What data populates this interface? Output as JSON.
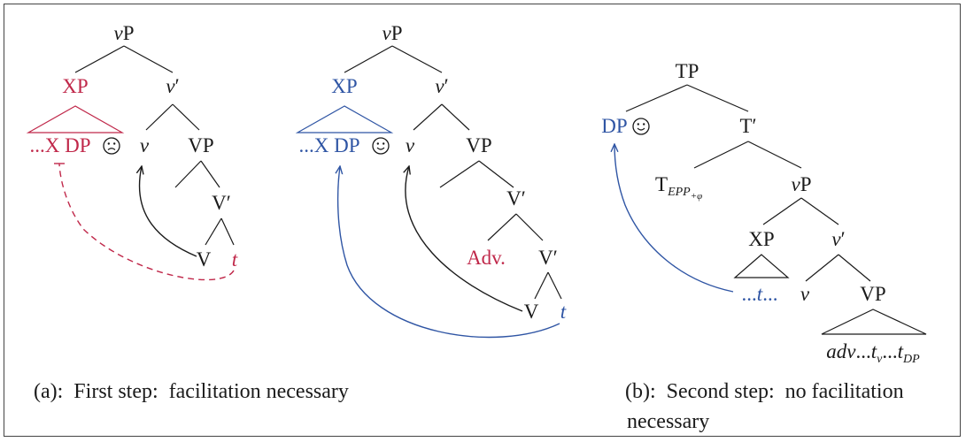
{
  "colors": {
    "ink": "#1a1a1a",
    "red": "#c0284a",
    "blue": "#2f55a4"
  },
  "tree_a": {
    "root_v": "v",
    "root_p": "P",
    "xp": "XP",
    "vbar_v": "v",
    "vbar_prime": "′",
    "leaf_x": "...X DP",
    "leaf_face": "sad-face-icon",
    "v_head": "v",
    "vp": "VP",
    "vprime": "V′",
    "verb": "V",
    "trace": "t"
  },
  "tree_b": {
    "root_v": "v",
    "root_p": "P",
    "xp": "XP",
    "vbar_v": "v",
    "vbar_prime": "′",
    "leaf_x": "...X DP",
    "leaf_face": "smiley-face-icon",
    "v_head": "v",
    "vp": "VP",
    "vprime_upper": "V′",
    "adv": "Adv.",
    "vprime_lower": "V′",
    "verb": "V",
    "trace": "t"
  },
  "tree_c": {
    "tp": "TP",
    "dp": "DP",
    "dp_face": "smiley-face-icon",
    "tbar": "T′",
    "t_head": "T",
    "t_sub": "EPP",
    "t_subsub": "+φ",
    "vp_v": "v",
    "vp_p": "P",
    "xp": "XP",
    "vbar_v": "v",
    "vbar_prime": "′",
    "trace_dots_left": "...",
    "trace": "t",
    "trace_dots_right": "...",
    "v_head": "v",
    "vp": "VP",
    "leaf_adv": "adv",
    "leaf_dots1": "...",
    "leaf_t": "t",
    "leaf_tv_sub": "v",
    "leaf_dots2": "...",
    "leaf_t2": "t",
    "leaf_tdp_sub": "DP"
  },
  "captions": {
    "a": "(a):  First step:  facilitation necessary",
    "b_line1": "(b):  Second step:  no facilitation",
    "b_line2": "necessary"
  }
}
